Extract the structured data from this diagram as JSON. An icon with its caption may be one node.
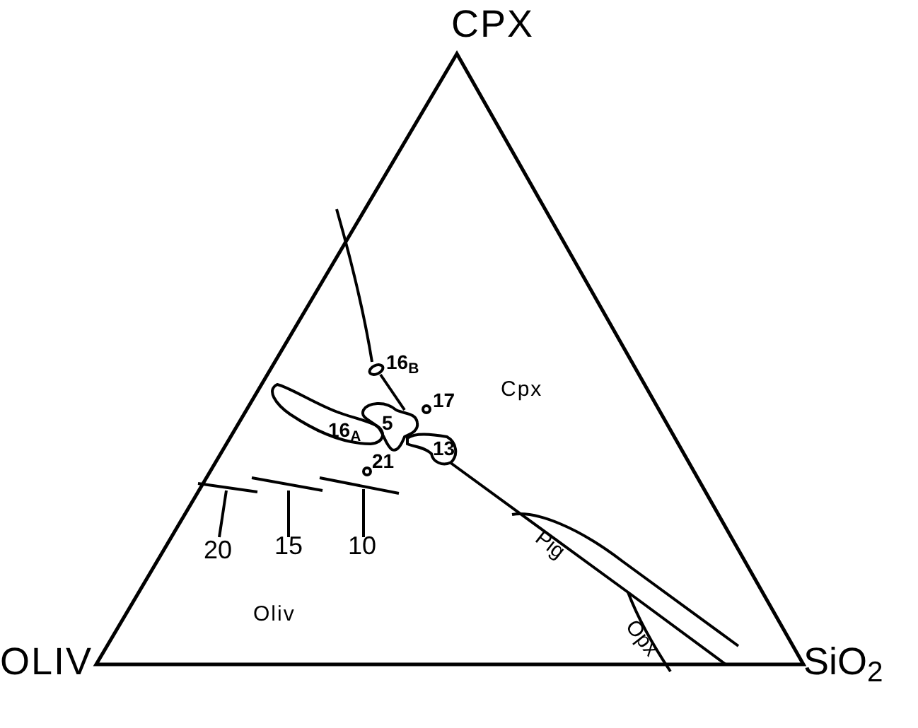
{
  "diagram": {
    "nodes": [
      {
        "text": [],
        "shape": "circle",
        "beside": [
          "16$_{B}$"
        ]
      },
      {
        "text": [],
        "shape": "circle",
        "beside": [
          "17"
        ]
      },
      {
        "text": [
          "16$_{A}$"
        ]
      },
      {
        "text": [
          "5"
        ]
      },
      {
        "text": [
          "13"
        ]
      },
      {
        "text": [],
        "shape": "circle",
        "beside": [
          "21"
        ]
      }
    ],
    "edges": [],
    "labels": [
      "CPX",
      "Cpx",
      "20",
      "15",
      "10",
      "Oliv",
      "Pig",
      "Opx",
      "OLIV",
      "SiO$_{2}$"
    ]
  }
}
